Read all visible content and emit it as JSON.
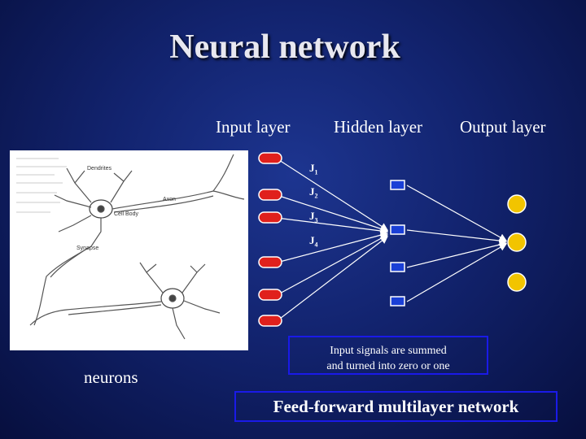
{
  "title": "Neural network",
  "layers": {
    "input": "Input layer",
    "hidden": "Hidden layer",
    "output": "Output layer"
  },
  "neuron_diagram": {
    "labels": [
      "Dendrites",
      "Axon",
      "Cell Body",
      "Synapse"
    ]
  },
  "neurons_caption": "neurons",
  "j_labels": [
    "J1",
    "J2",
    "J3",
    "J4"
  ],
  "summary_box": {
    "line1": "Input signals are summed",
    "line2": "and turned into zero or one"
  },
  "footer": "Feed-forward multilayer network",
  "colors": {
    "input_node": "#e0201c",
    "hidden_node": "#1a3fd6",
    "output_node": "#f2c400",
    "box_border": "#1a1ae8"
  }
}
